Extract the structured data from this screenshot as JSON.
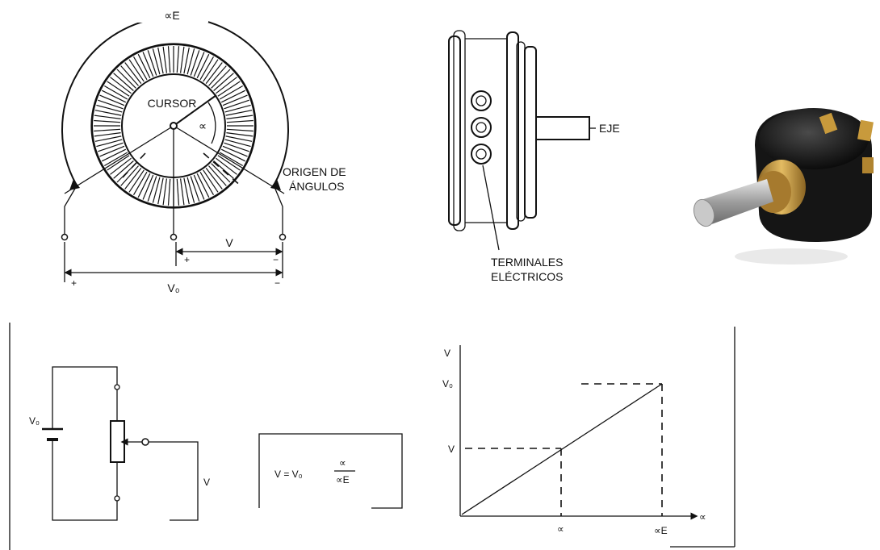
{
  "potentiometer_front": {
    "arc_angle_label": "∝E",
    "cursor_label": "CURSOR",
    "cursor_angle_label": "∝",
    "origin_label_line1": "ORIGEN DE",
    "origin_label_line2": "ÁNGULOS",
    "output_label": "V",
    "supply_label": "V₀",
    "plus_sign": "+",
    "minus_sign": "−"
  },
  "potentiometer_side": {
    "shaft_label": "EJE",
    "terminals_label_line1": "TERMINALES",
    "terminals_label_line2": "ELÉCTRICOS"
  },
  "circuit": {
    "source_label": "V₀",
    "output_label": "V"
  },
  "formula": {
    "lhs": "V = V₀",
    "numerator": "∝",
    "denominator": "∝E"
  },
  "graph": {
    "y_axis_label": "V",
    "y_max_label": "V₀",
    "y_value_label": "V",
    "x_value_label": "∝",
    "x_max_label": "∝E",
    "x_axis_label": "∝"
  },
  "colors": {
    "ink": "#111111",
    "knob_body": "#1a1a1a",
    "brass": "#c89a3c",
    "shaft": "#b8b8b8"
  }
}
